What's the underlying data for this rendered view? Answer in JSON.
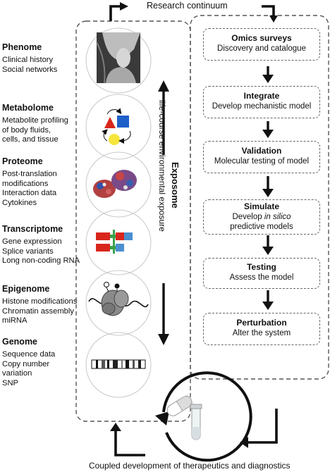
{
  "top_label": "Research continuum",
  "bottom_label": "Coupled development of therapeutics and diagnostics",
  "exposome": {
    "title": "Exposome",
    "subtitle": "life-course environmental exposure"
  },
  "omes": [
    {
      "title": "Phenome",
      "lines": [
        "Clinical history",
        "Social networks"
      ]
    },
    {
      "title": "Metabolome",
      "lines": [
        "Metabolite profiling",
        "of body fluids,",
        "cells, and tissue"
      ]
    },
    {
      "title": "Proteome",
      "lines": [
        "Post-translation",
        "modifications",
        "Interaction data",
        "Cytokines"
      ]
    },
    {
      "title": "Transcriptome",
      "lines": [
        "Gene expression",
        "Splice variants",
        "Long non-coding RNA"
      ]
    },
    {
      "title": "Epigenome",
      "lines": [
        "Histone modifications",
        "Chromatin assembly",
        "miRNA"
      ]
    },
    {
      "title": "Genome",
      "lines": [
        "Sequence data",
        "Copy number",
        "variation",
        "SNP"
      ]
    }
  ],
  "steps": [
    {
      "title": "Omics surveys",
      "desc": "Discovery and catalogue"
    },
    {
      "title": "Integrate",
      "desc": "Develop mechanistic model"
    },
    {
      "title": "Validation",
      "desc": "Molecular testing of model"
    },
    {
      "title": "Simulate",
      "desc_pre": "Develop ",
      "desc_italic": "in silico",
      "desc2": "predictive models"
    },
    {
      "title": "Testing",
      "desc": "Assess the model"
    },
    {
      "title": "Perturbation",
      "desc": "Alter the system"
    }
  ],
  "colors": {
    "red": "#d9261c",
    "blue": "#1f5fc8",
    "yellow": "#f6e53a",
    "green": "#3aa04a",
    "light_blue": "#4a8fd0"
  }
}
